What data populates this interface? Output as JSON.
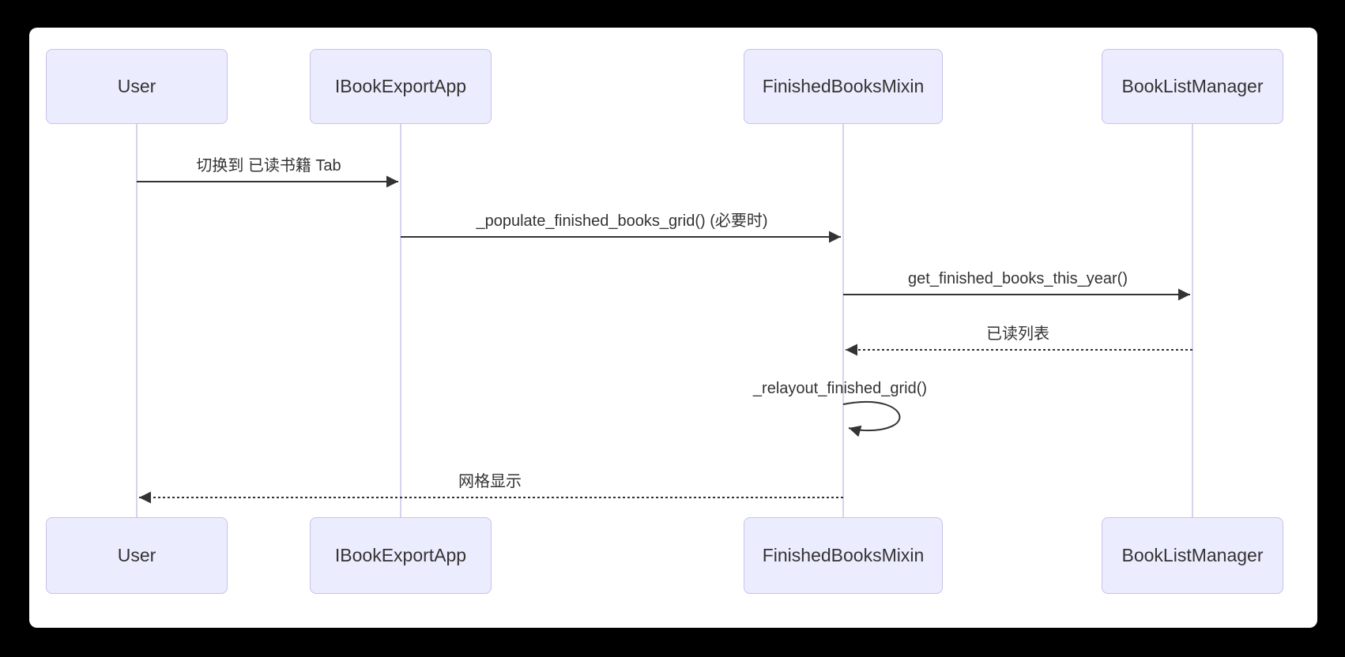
{
  "diagram": {
    "type": "sequence",
    "background_color": "#000000",
    "canvas_color": "#ffffff",
    "actors": [
      {
        "name": "User"
      },
      {
        "name": "IBookExportApp"
      },
      {
        "name": "FinishedBooksMixin"
      },
      {
        "name": "BookListManager"
      }
    ],
    "messages": [
      {
        "label": "切换到 已读书籍 Tab",
        "from": "User",
        "to": "IBookExportApp",
        "style": "solid"
      },
      {
        "label": "_populate_finished_books_grid() (必要时)",
        "from": "IBookExportApp",
        "to": "FinishedBooksMixin",
        "style": "solid"
      },
      {
        "label": "get_finished_books_this_year()",
        "from": "FinishedBooksMixin",
        "to": "BookListManager",
        "style": "solid"
      },
      {
        "label": "已读列表",
        "from": "BookListManager",
        "to": "FinishedBooksMixin",
        "style": "dashed"
      },
      {
        "label": "_relayout_finished_grid()",
        "from": "FinishedBooksMixin",
        "to": "FinishedBooksMixin",
        "style": "self-loop"
      },
      {
        "label": "网格显示",
        "from": "FinishedBooksMixin",
        "to": "User",
        "style": "dashed"
      }
    ],
    "colors": {
      "actor_fill": "#ECECFF",
      "actor_border": "#C8C2E8",
      "lifeline": "#D8D2EC",
      "arrow": "#333333",
      "text": "#333333"
    }
  }
}
